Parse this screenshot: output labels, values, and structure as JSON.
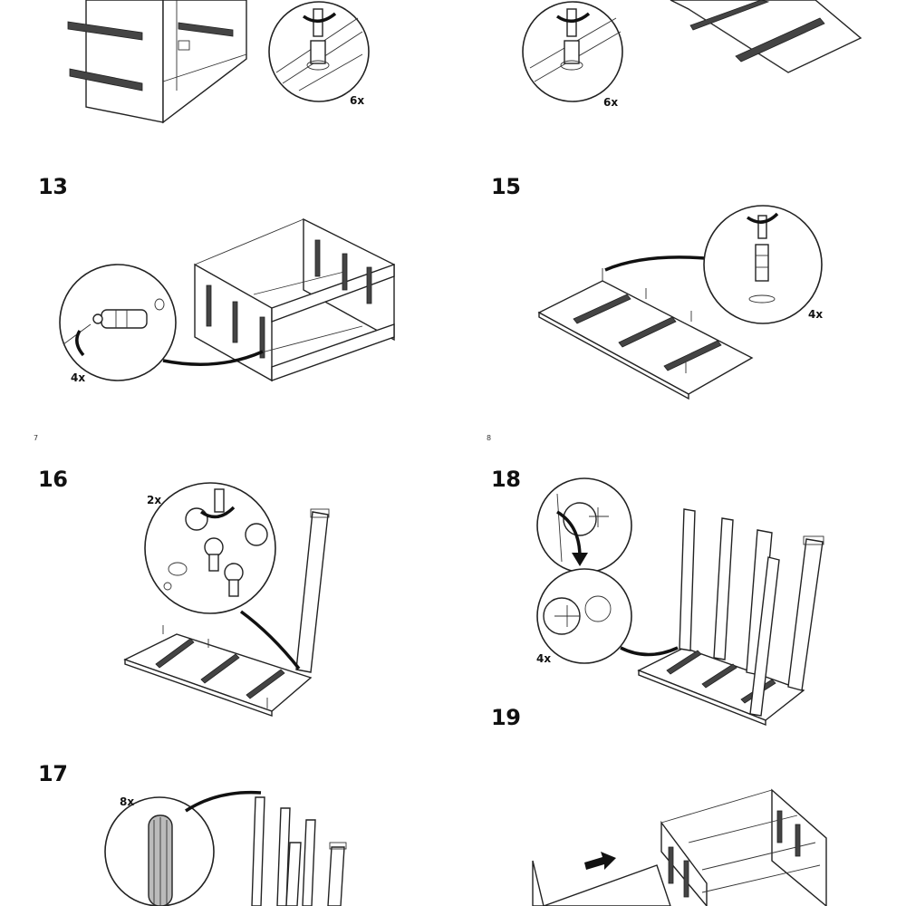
{
  "page_numbers": {
    "left": "7",
    "right": "8"
  },
  "steps": {
    "s13": {
      "number": "13",
      "count": "4x"
    },
    "s15": {
      "number": "15",
      "count": "4x"
    },
    "s16": {
      "number": "16",
      "count": "2x"
    },
    "s17": {
      "number": "17",
      "count": "8x"
    },
    "s18": {
      "number": "18",
      "count": "4x"
    },
    "s19": {
      "number": "19"
    }
  },
  "top_counts": {
    "left": "6x",
    "right": "6x"
  },
  "icons": [
    "screwdriver-icon",
    "rotate-arrow-icon",
    "push-arrow-icon",
    "dowel-icon",
    "cam-lock-icon"
  ]
}
